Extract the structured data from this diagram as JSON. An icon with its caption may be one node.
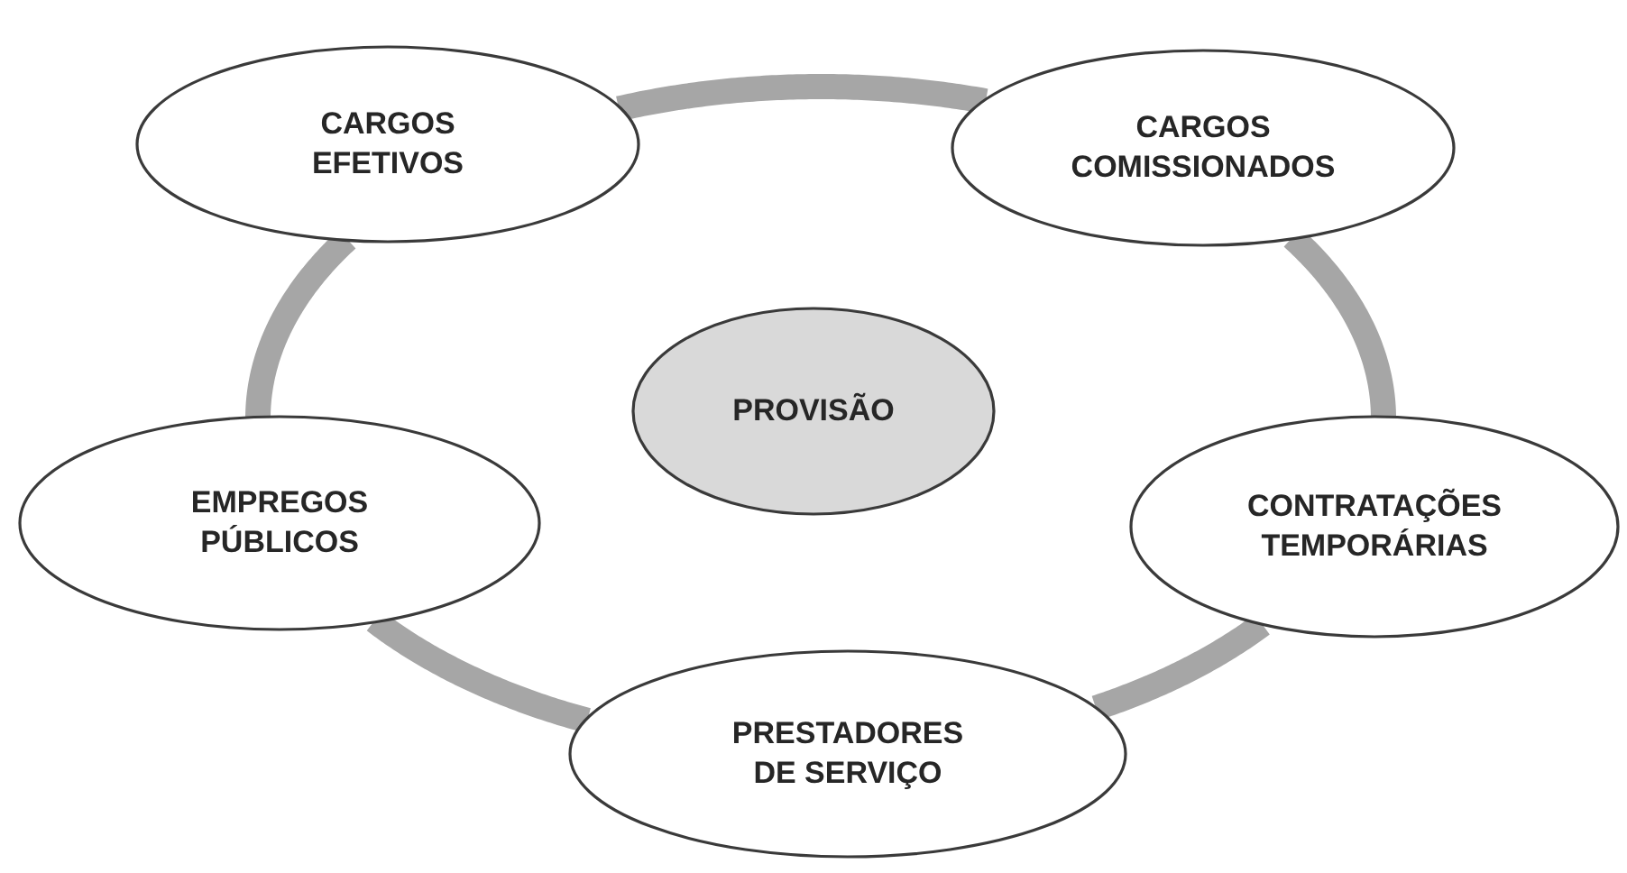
{
  "diagram": {
    "nodes": [
      {
        "text": [
          "CARGOS EFETIVOS"
        ]
      },
      {
        "text": [
          "CARGOS COMISSIONADOS"
        ]
      },
      {
        "text": [
          "PROVISÃO"
        ]
      },
      {
        "text": [
          "EMPREGOS PÚBLICOS"
        ]
      },
      {
        "text": [
          "CONTRATAÇÕES TEMPORÁRIAS"
        ]
      },
      {
        "text": [
          "PRESTADORES DE SERVIÇO"
        ]
      }
    ],
    "edges": [
      {
        "from": 0,
        "to": 1,
        "arrow": "none"
      },
      {
        "from": 1,
        "to": 4,
        "arrow": "none"
      },
      {
        "from": 4,
        "to": 5,
        "arrow": "none"
      },
      {
        "from": 5,
        "to": 3,
        "arrow": "none"
      },
      {
        "from": 3,
        "to": 0,
        "arrow": "none"
      }
    ]
  }
}
